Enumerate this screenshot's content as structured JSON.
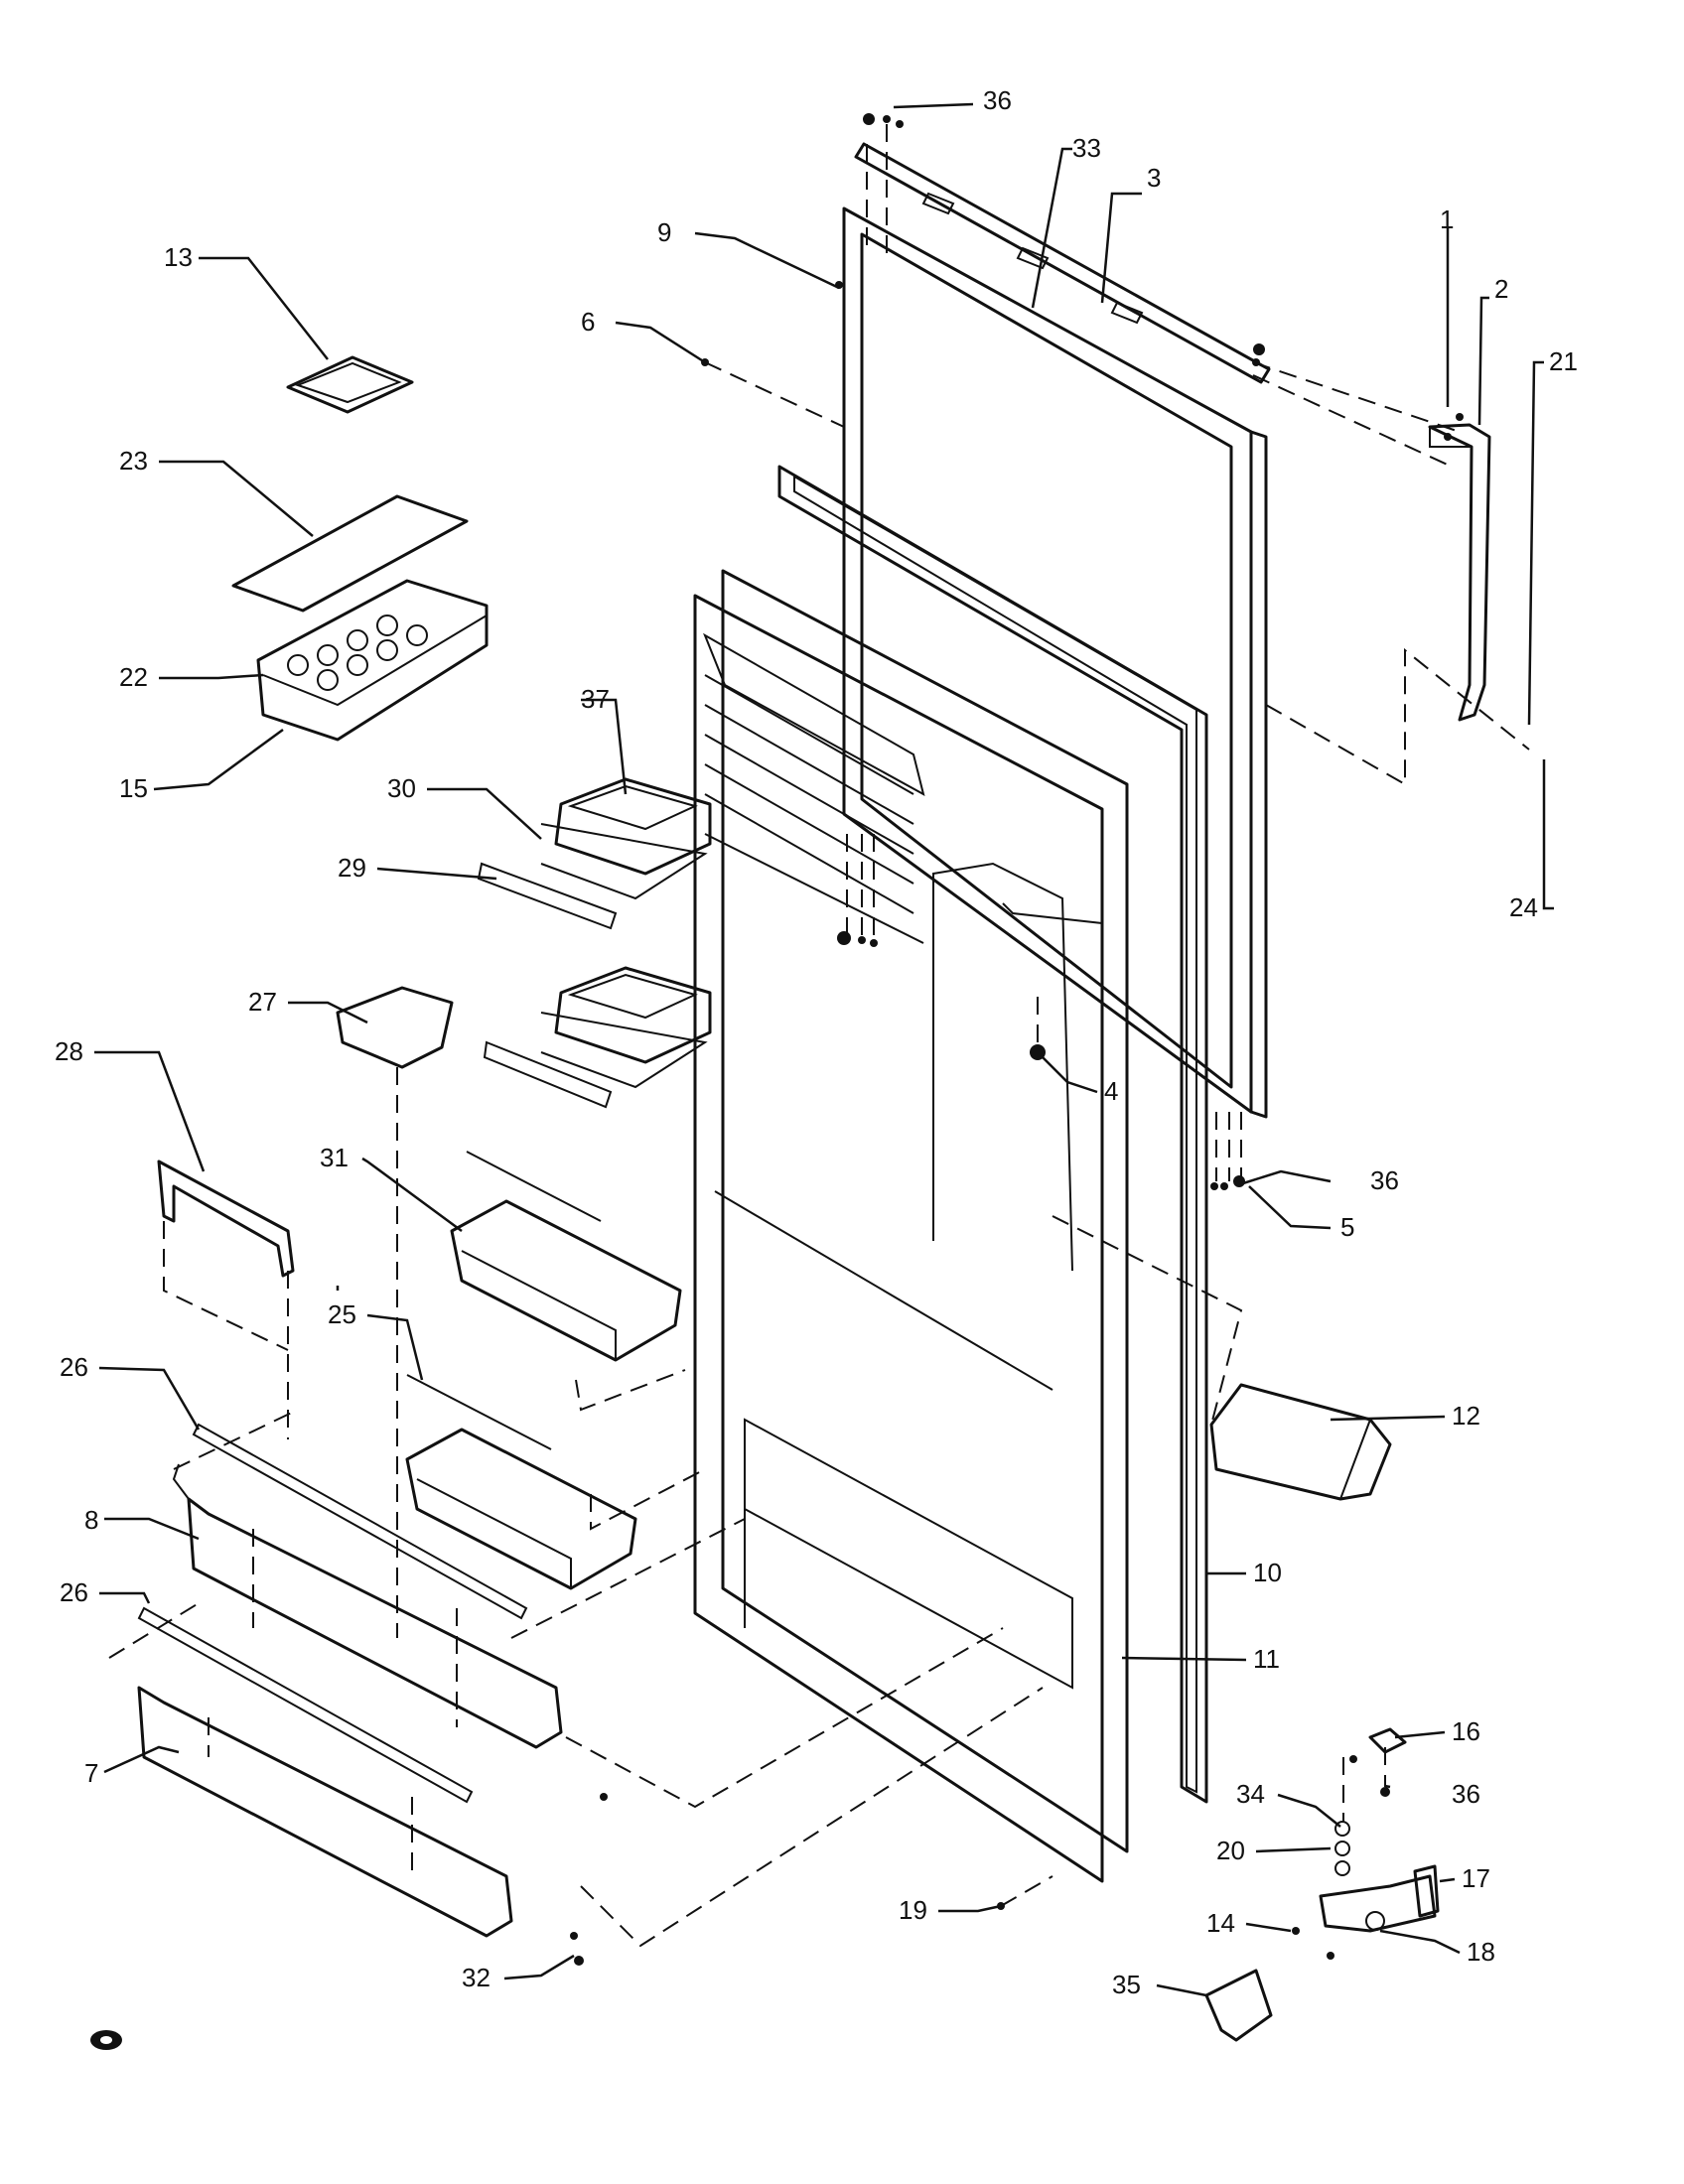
{
  "callouts": [
    {
      "id": "c1",
      "text": "1"
    },
    {
      "id": "c2",
      "text": "2"
    },
    {
      "id": "c3",
      "text": "3"
    },
    {
      "id": "c4",
      "text": "4"
    },
    {
      "id": "c5",
      "text": "5"
    },
    {
      "id": "c6",
      "text": "6"
    },
    {
      "id": "c7",
      "text": "7"
    },
    {
      "id": "c8",
      "text": "8"
    },
    {
      "id": "c9",
      "text": "9"
    },
    {
      "id": "c10",
      "text": "10"
    },
    {
      "id": "c11",
      "text": "11"
    },
    {
      "id": "c12",
      "text": "12"
    },
    {
      "id": "c13",
      "text": "13"
    },
    {
      "id": "c14",
      "text": "14"
    },
    {
      "id": "c15",
      "text": "15"
    },
    {
      "id": "c16",
      "text": "16"
    },
    {
      "id": "c17",
      "text": "17"
    },
    {
      "id": "c18",
      "text": "18"
    },
    {
      "id": "c19",
      "text": "19"
    },
    {
      "id": "c20",
      "text": "20"
    },
    {
      "id": "c21",
      "text": "21"
    },
    {
      "id": "c22",
      "text": "22"
    },
    {
      "id": "c23",
      "text": "23"
    },
    {
      "id": "c24",
      "text": "24"
    },
    {
      "id": "c25",
      "text": "25"
    },
    {
      "id": "c26a",
      "text": "26"
    },
    {
      "id": "c26b",
      "text": "26"
    },
    {
      "id": "c27",
      "text": "27"
    },
    {
      "id": "c28",
      "text": "28"
    },
    {
      "id": "c29",
      "text": "29"
    },
    {
      "id": "c30",
      "text": "30"
    },
    {
      "id": "c31",
      "text": "31"
    },
    {
      "id": "c32",
      "text": "32"
    },
    {
      "id": "c33",
      "text": "33"
    },
    {
      "id": "c34",
      "text": "34"
    },
    {
      "id": "c35",
      "text": "35"
    },
    {
      "id": "c36a",
      "text": "36"
    },
    {
      "id": "c36b",
      "text": "36"
    },
    {
      "id": "c36c",
      "text": "36"
    },
    {
      "id": "c37",
      "text": "37"
    }
  ]
}
